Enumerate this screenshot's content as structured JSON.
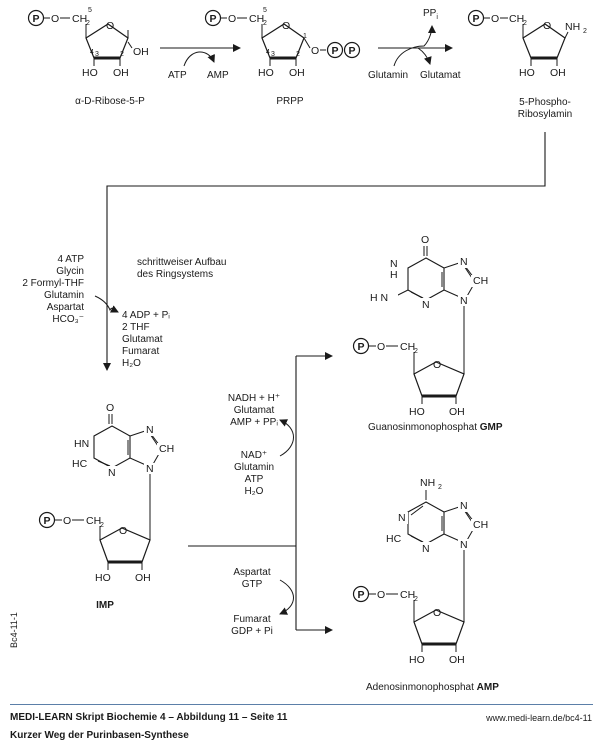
{
  "molecules": {
    "ribose5p": {
      "label": "α-D-Ribose-5-P"
    },
    "prpp": {
      "label": "PRPP"
    },
    "phosphoribosylamin": {
      "label_line1": "5-Phospho-",
      "label_line2": "Ribosylamin"
    },
    "imp": {
      "label": "IMP"
    },
    "gmp": {
      "name": "Guanosinmonophosphat",
      "abbr": "GMP"
    },
    "amp": {
      "name": "Adenosinmonophosphat",
      "abbr": "AMP"
    }
  },
  "atoms": {
    "P": "P",
    "O": "O",
    "CH2": "CH",
    "H2sub": "2",
    "OH": "OH",
    "HO": "HO",
    "NH2": "NH",
    "N": "N",
    "H": "H",
    "CH": "CH",
    "HN": "HN",
    "HC": "HC",
    "H2N": "H N",
    "carbon5": "5",
    "carbon4": "4",
    "carbon3": "3",
    "carbon2": "2",
    "carbon1": "1"
  },
  "reactions": {
    "step1": {
      "in": "ATP",
      "out": "AMP"
    },
    "step2": {
      "in": "Glutamin",
      "out": "Glutamat",
      "pp": "PP",
      "pp_sub": "i"
    },
    "ring_build": {
      "description_line1": "schrittweiser Aufbau",
      "description_line2": "des Ringsystems",
      "inputs": [
        "4 ATP",
        "Glycin",
        "2 Formyl-THF",
        "Glutamin",
        "Aspartat",
        "HCO₃⁻"
      ],
      "outputs": [
        "4 ADP + Pᵢ",
        "2 THF",
        "Glutamat",
        "Fumarat",
        "H₂O"
      ]
    },
    "to_gmp": {
      "outputs": [
        "NADH + H⁺",
        "Glutamat",
        "AMP + PPᵢ"
      ],
      "inputs": [
        "NAD⁺",
        "Glutamin",
        "ATP",
        "H₂O"
      ]
    },
    "to_amp": {
      "inputs": [
        "Aspartat",
        "GTP"
      ],
      "outputs": [
        "Fumarat",
        "GDP + Pi"
      ]
    }
  },
  "footer": {
    "side_code": "Bc4-11-1",
    "title": "MEDI-LEARN Skript Biochemie 4 – Abbildung 11 – Seite 11",
    "subtitle": "Kurzer Weg der Purinbasen-Synthese",
    "url": "www.medi-learn.de/bc4-11"
  }
}
